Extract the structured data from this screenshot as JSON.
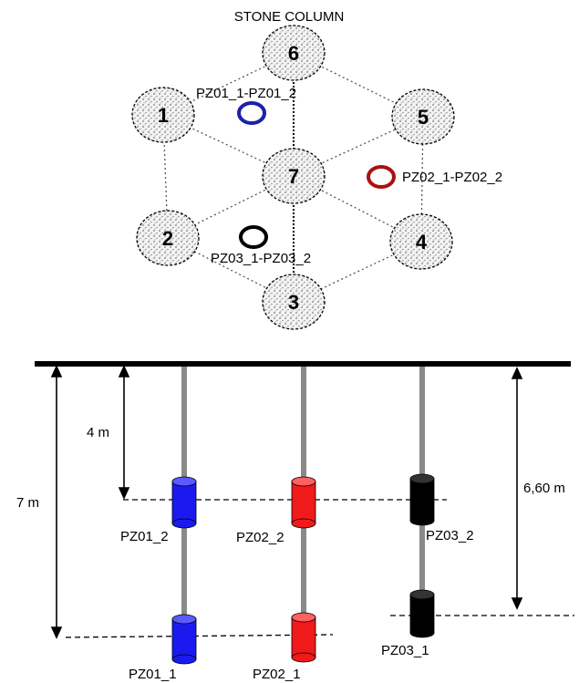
{
  "title": "STONE COLUMN",
  "columns": [
    {
      "number": "6"
    },
    {
      "number": "1"
    },
    {
      "number": "5"
    },
    {
      "number": "7"
    },
    {
      "number": "2"
    },
    {
      "number": "4"
    },
    {
      "number": "3"
    }
  ],
  "plan_piezometers": [
    {
      "label": "PZ01_1-PZ01_2",
      "color": "#1c22a8"
    },
    {
      "label": "PZ02_1-PZ02_2",
      "color": "#aa1111"
    },
    {
      "label": "PZ03_1-PZ03_2",
      "color": "#000000"
    }
  ],
  "section": {
    "depth_labels": {
      "four": "4 m",
      "seven": "7 m",
      "six_sixty": "6,60 m"
    },
    "sensors": [
      {
        "label": "PZ01_2",
        "color": "#1a1af0"
      },
      {
        "label": "PZ01_1",
        "color": "#1a1af0"
      },
      {
        "label": "PZ02_2",
        "color": "#f01a1a"
      },
      {
        "label": "PZ02_1",
        "color": "#f01a1a"
      },
      {
        "label": "PZ03_2",
        "color": "#000000"
      },
      {
        "label": "PZ03_1",
        "color": "#000000"
      }
    ]
  }
}
